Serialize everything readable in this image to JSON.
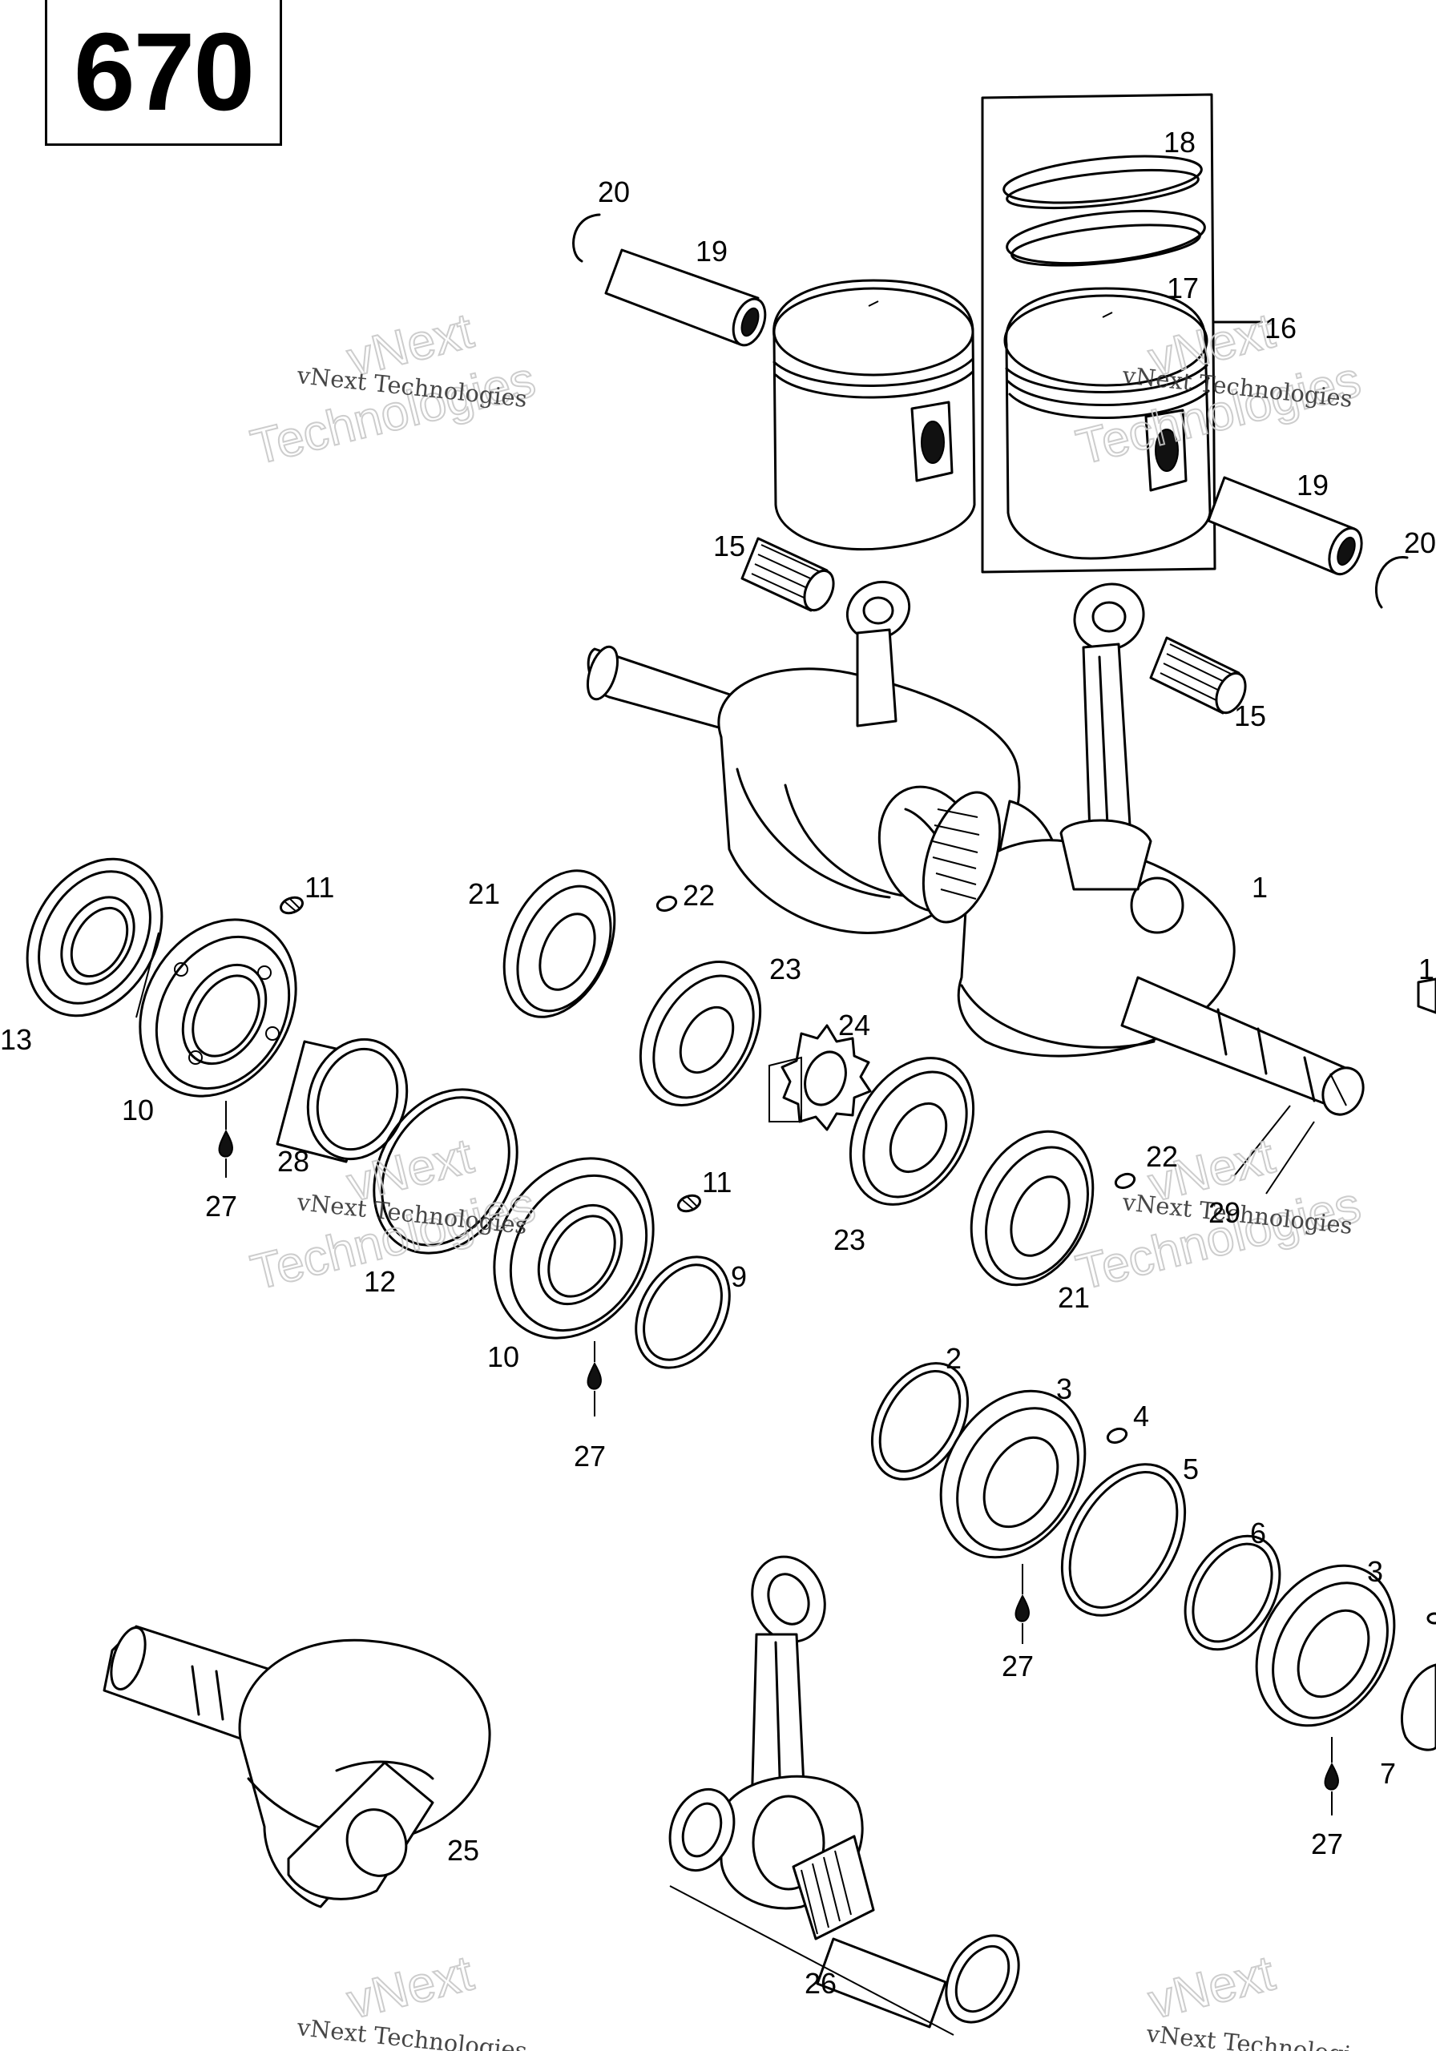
{
  "model_number": "670",
  "watermark": {
    "line1": "vNext",
    "line2": "Technologies",
    "full": "vNext Technologies"
  },
  "callouts": [
    {
      "id": "c1",
      "text": "1"
    },
    {
      "id": "c1b",
      "text": "1"
    },
    {
      "id": "c2",
      "text": "2"
    },
    {
      "id": "c3a",
      "text": "3"
    },
    {
      "id": "c3b",
      "text": "3"
    },
    {
      "id": "c4",
      "text": "4"
    },
    {
      "id": "c5",
      "text": "5"
    },
    {
      "id": "c6",
      "text": "6"
    },
    {
      "id": "c7",
      "text": "7"
    },
    {
      "id": "c9",
      "text": "9"
    },
    {
      "id": "c10a",
      "text": "10"
    },
    {
      "id": "c10b",
      "text": "10"
    },
    {
      "id": "c11a",
      "text": "11"
    },
    {
      "id": "c11b",
      "text": "11"
    },
    {
      "id": "c12",
      "text": "12"
    },
    {
      "id": "c13",
      "text": "13"
    },
    {
      "id": "c15a",
      "text": "15"
    },
    {
      "id": "c15b",
      "text": "15"
    },
    {
      "id": "c16",
      "text": "16"
    },
    {
      "id": "c17",
      "text": "17"
    },
    {
      "id": "c18",
      "text": "18"
    },
    {
      "id": "c19a",
      "text": "19"
    },
    {
      "id": "c19b",
      "text": "19"
    },
    {
      "id": "c20a",
      "text": "20"
    },
    {
      "id": "c20b",
      "text": "20"
    },
    {
      "id": "c21a",
      "text": "21"
    },
    {
      "id": "c21b",
      "text": "21"
    },
    {
      "id": "c22a",
      "text": "22"
    },
    {
      "id": "c22b",
      "text": "22"
    },
    {
      "id": "c23a",
      "text": "23"
    },
    {
      "id": "c23b",
      "text": "23"
    },
    {
      "id": "c24",
      "text": "24"
    },
    {
      "id": "c25",
      "text": "25"
    },
    {
      "id": "c26",
      "text": "26"
    },
    {
      "id": "c27a",
      "text": "27"
    },
    {
      "id": "c27b",
      "text": "27"
    },
    {
      "id": "c27c",
      "text": "27"
    },
    {
      "id": "c27d",
      "text": "27"
    },
    {
      "id": "c28",
      "text": "28"
    },
    {
      "id": "c29",
      "text": "29"
    }
  ]
}
